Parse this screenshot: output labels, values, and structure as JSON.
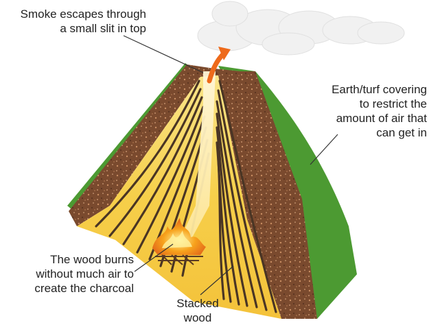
{
  "labels": {
    "smoke": {
      "lines": [
        "Smoke escapes through",
        "a small slit in top"
      ]
    },
    "earth": {
      "lines": [
        "Earth/turf covering",
        "to restrict the",
        "amount of air that",
        "can get in"
      ]
    },
    "burn": {
      "lines": [
        "The wood burns",
        "without much air to",
        "create the charcoal"
      ]
    },
    "wood": {
      "lines": [
        "Stacked",
        "wood"
      ]
    }
  },
  "colors": {
    "turf_green": "#4c9a32",
    "earth_brown": "#7a4a2e",
    "wood_yellow": "#f3c23a",
    "log_dark": "#4a3524",
    "fire_orange": "#f08a1c",
    "smoke_white": "#f1f1f1",
    "arrow_orange": "#ee6a1b",
    "leader_line": "#333333"
  }
}
